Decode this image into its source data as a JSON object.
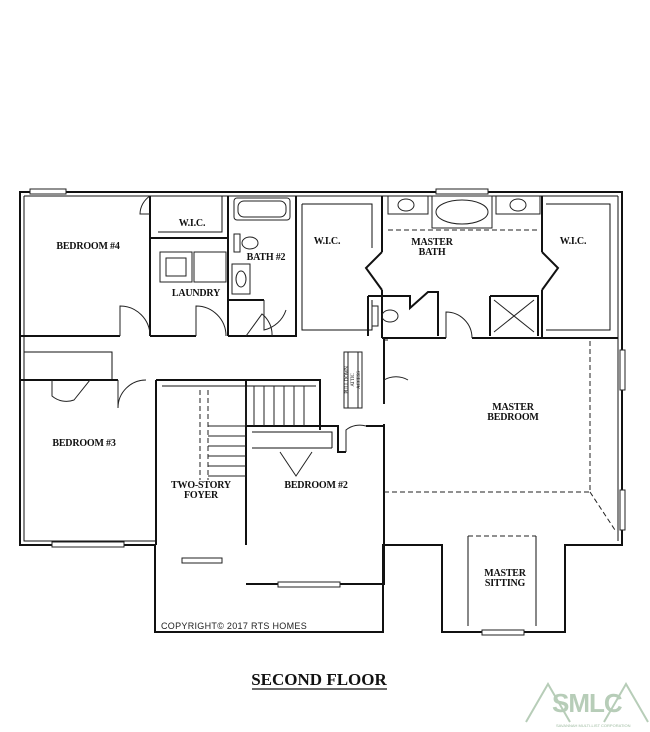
{
  "rooms": {
    "bedroom4": "BEDROOM #4",
    "wic_small": "W.I.C.",
    "laundry": "LAUNDRY",
    "bath2": "BATH #2",
    "wic_left": "W.I.C.",
    "master_bath_1": "MASTER",
    "master_bath_2": "BATH",
    "wic_right": "W.I.C.",
    "bedroom3": "BEDROOM #3",
    "master_bedroom_1": "MASTER",
    "master_bedroom_2": "BEDROOM",
    "foyer_1": "TWO-STORY",
    "foyer_2": "FOYER",
    "bedroom2": "BEDROOM #2",
    "master_sitting_1": "MASTER",
    "master_sitting_2": "SITTING",
    "attic_1": "PULL DOWN",
    "attic_2": "ATTIC",
    "attic_3": "ACCESS"
  },
  "copyright": "COPYRIGHT© 2017 RTS HOMES",
  "floor_title": "SECOND FLOOR",
  "logo": {
    "text": "SMLC",
    "subtext": "SAVANNAH MULTI-LIST CORPORATION",
    "color": "#b7cdb8"
  }
}
